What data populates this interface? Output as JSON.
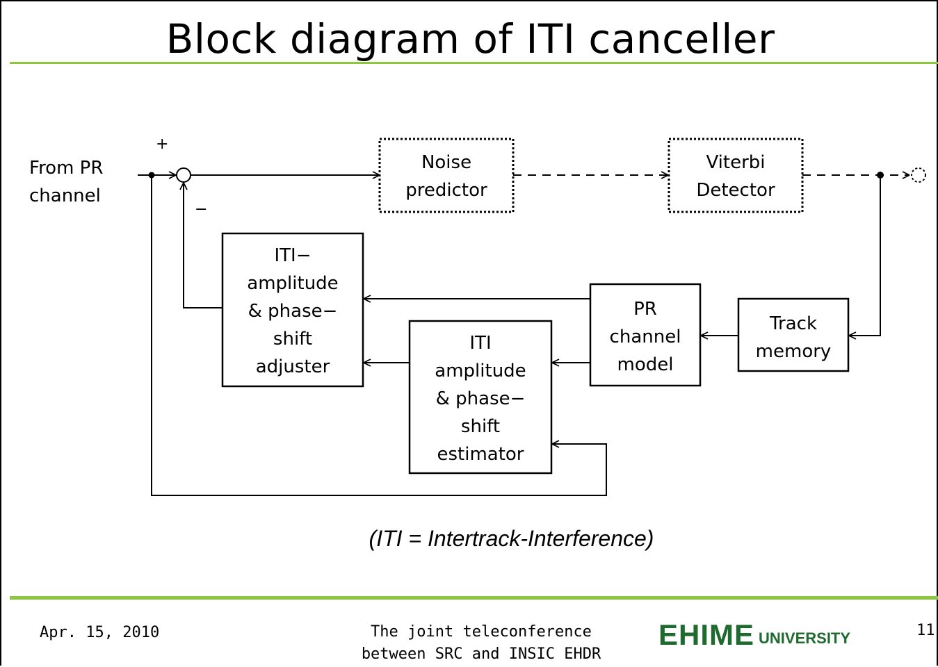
{
  "title": "Block diagram of ITI canceller",
  "diagram": {
    "input_label": "From PR\nchannel",
    "plus_sign": "+",
    "minus_sign": "−",
    "blocks": {
      "noise_predictor": "Noise\npredictor",
      "viterbi_detector": "Viterbi\nDetector",
      "iti_adjuster": "ITI−\namplitude\n& phase−\nshift\nadjuster",
      "pr_channel_model": "PR\nchannel\nmodel",
      "track_memory": "Track\nmemory",
      "iti_estimator": "ITI\namplitude\n& phase−\nshift\nestimator"
    }
  },
  "note": "(ITI = Intertrack-Interference)",
  "footer": {
    "date": "Apr. 15, 2010",
    "conference_line1": "The joint teleconference",
    "conference_line2": "between SRC and INSIC EHDR",
    "logo_main": "EHIME",
    "logo_sub": "UNIVERSITY",
    "page_number": "11"
  },
  "colors": {
    "accent_rule": "#8dc63f",
    "logo": "#1f6b2f"
  }
}
